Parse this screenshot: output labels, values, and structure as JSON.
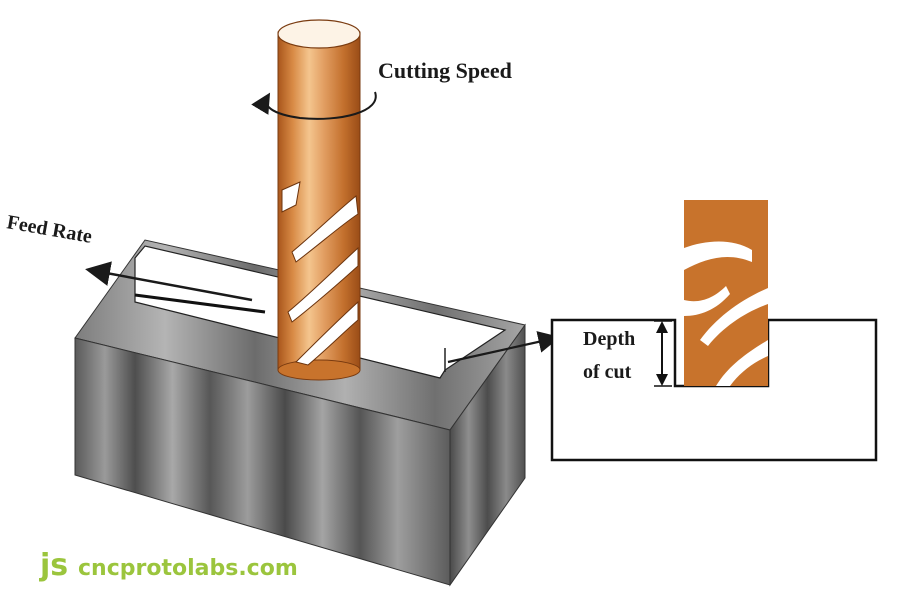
{
  "labels": {
    "cutting_speed": "Cutting Speed",
    "feed_rate": "Feed Rate",
    "depth_line1": "Depth",
    "depth_line2": "of cut"
  },
  "watermark": {
    "logo": "js",
    "site": "cncprotolabs.com"
  },
  "colors": {
    "tool": "#c8732c",
    "tool_highlight": "#f4c58e",
    "workpiece": "#6f6f6f",
    "watermark": "#9bc53d",
    "ink": "#1a1a1a"
  }
}
